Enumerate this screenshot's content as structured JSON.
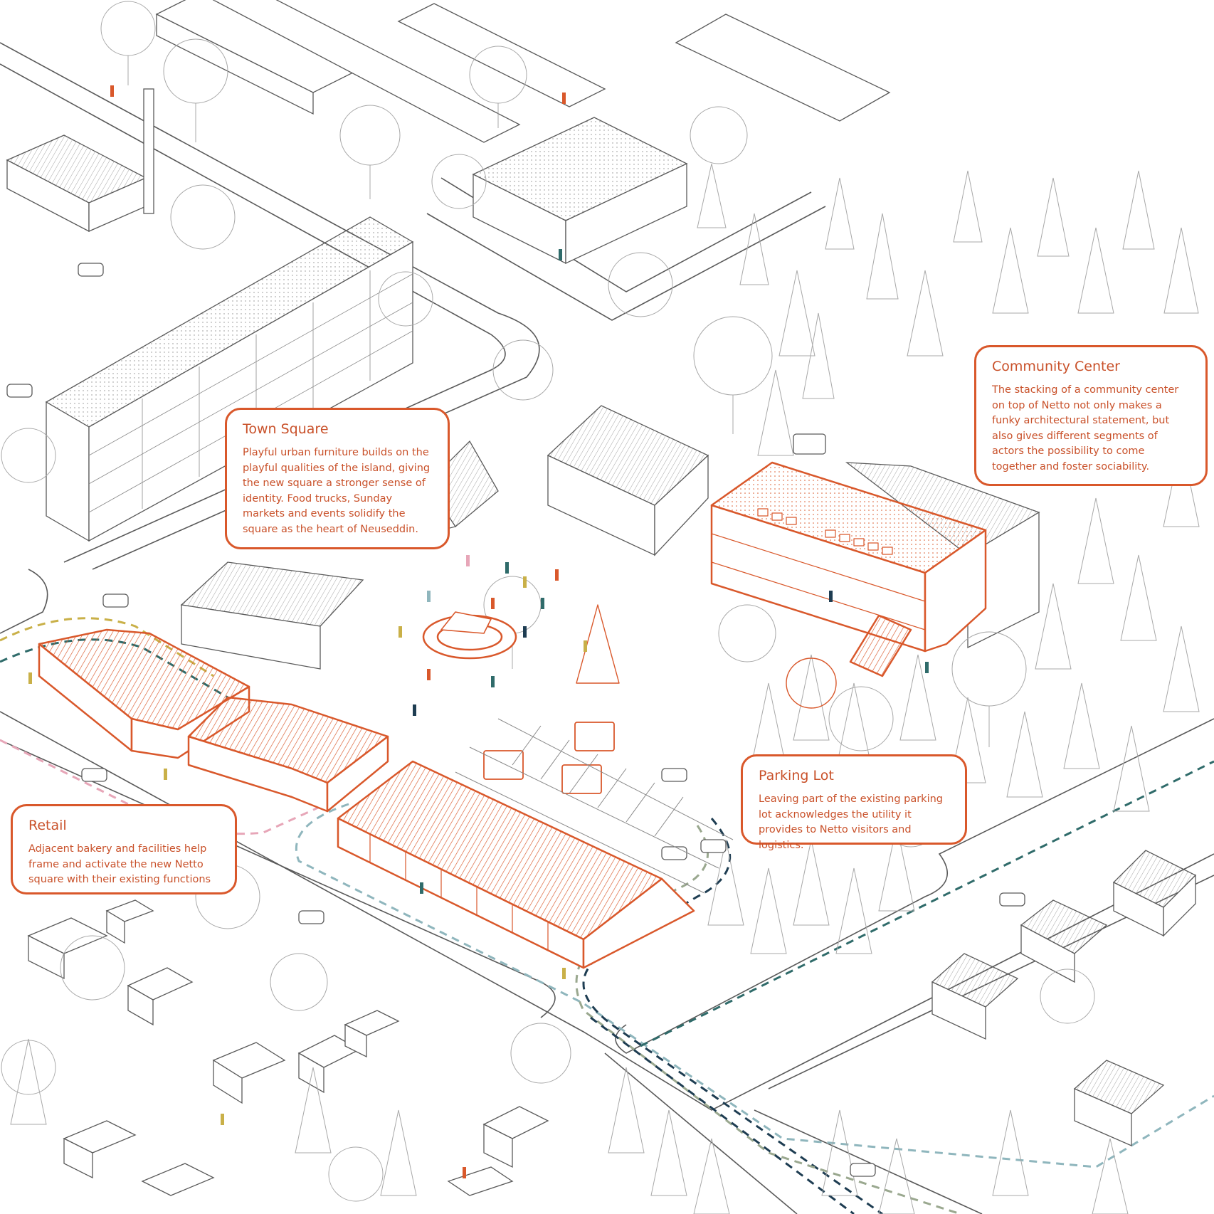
{
  "colors": {
    "line": "#5a5a5a",
    "tree": "#a8a8a8",
    "accent": "#d9582b",
    "path_yellow": "#c9b048",
    "path_teal": "#2f6b6a",
    "path_navy": "#1e3d52",
    "path_pink": "#e7a6b8",
    "path_lightblue": "#8fb6bd",
    "path_sage": "#9aa88f"
  },
  "callouts": {
    "town_square": {
      "title": "Town Square",
      "body": "Playful urban furniture builds on the playful qualities of the island, giving the new square a stronger sense of identity. Food trucks, Sunday markets and events solidify the square as the heart of Neuseddin."
    },
    "community_center": {
      "title": "Community Center",
      "body": "The stacking of a community center on top of Netto not only makes a funky architectural statement, but also gives different segments of actors the possibility to come together and foster sociability."
    },
    "parking_lot": {
      "title": "Parking Lot",
      "body": "Leaving part of the existing parking lot acknowledges the utility it provides to Netto visitors and logistics."
    },
    "retail": {
      "title": "Retail",
      "body": "Adjacent bakery and facilities help frame and activate the new Netto square with their existing functions"
    }
  }
}
